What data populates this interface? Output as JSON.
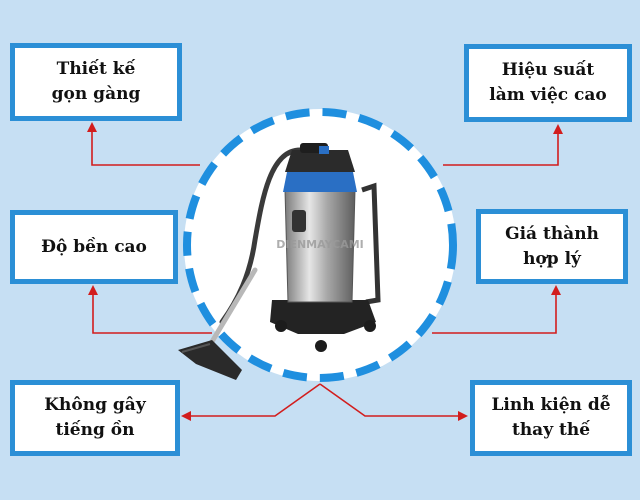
{
  "colors": {
    "background": "#c6dff3",
    "box_border": "#2b8fd6",
    "circle_dash": "#1f8fdf",
    "arrow": "#d21d1d"
  },
  "features": {
    "top_left": "Thiết kế\ngọn gàng",
    "top_right": "Hiệu suất\nlàm việc cao",
    "mid_left": "Độ bền cao",
    "mid_right": "Giá thành\nhợp lý",
    "bottom_left": "Không gây\ntiếng ồn",
    "bottom_right": "Linh kiện dễ\nthay thế"
  },
  "product": {
    "name": "vacuum-cleaner",
    "watermark": "DIENMAYCAMI"
  }
}
